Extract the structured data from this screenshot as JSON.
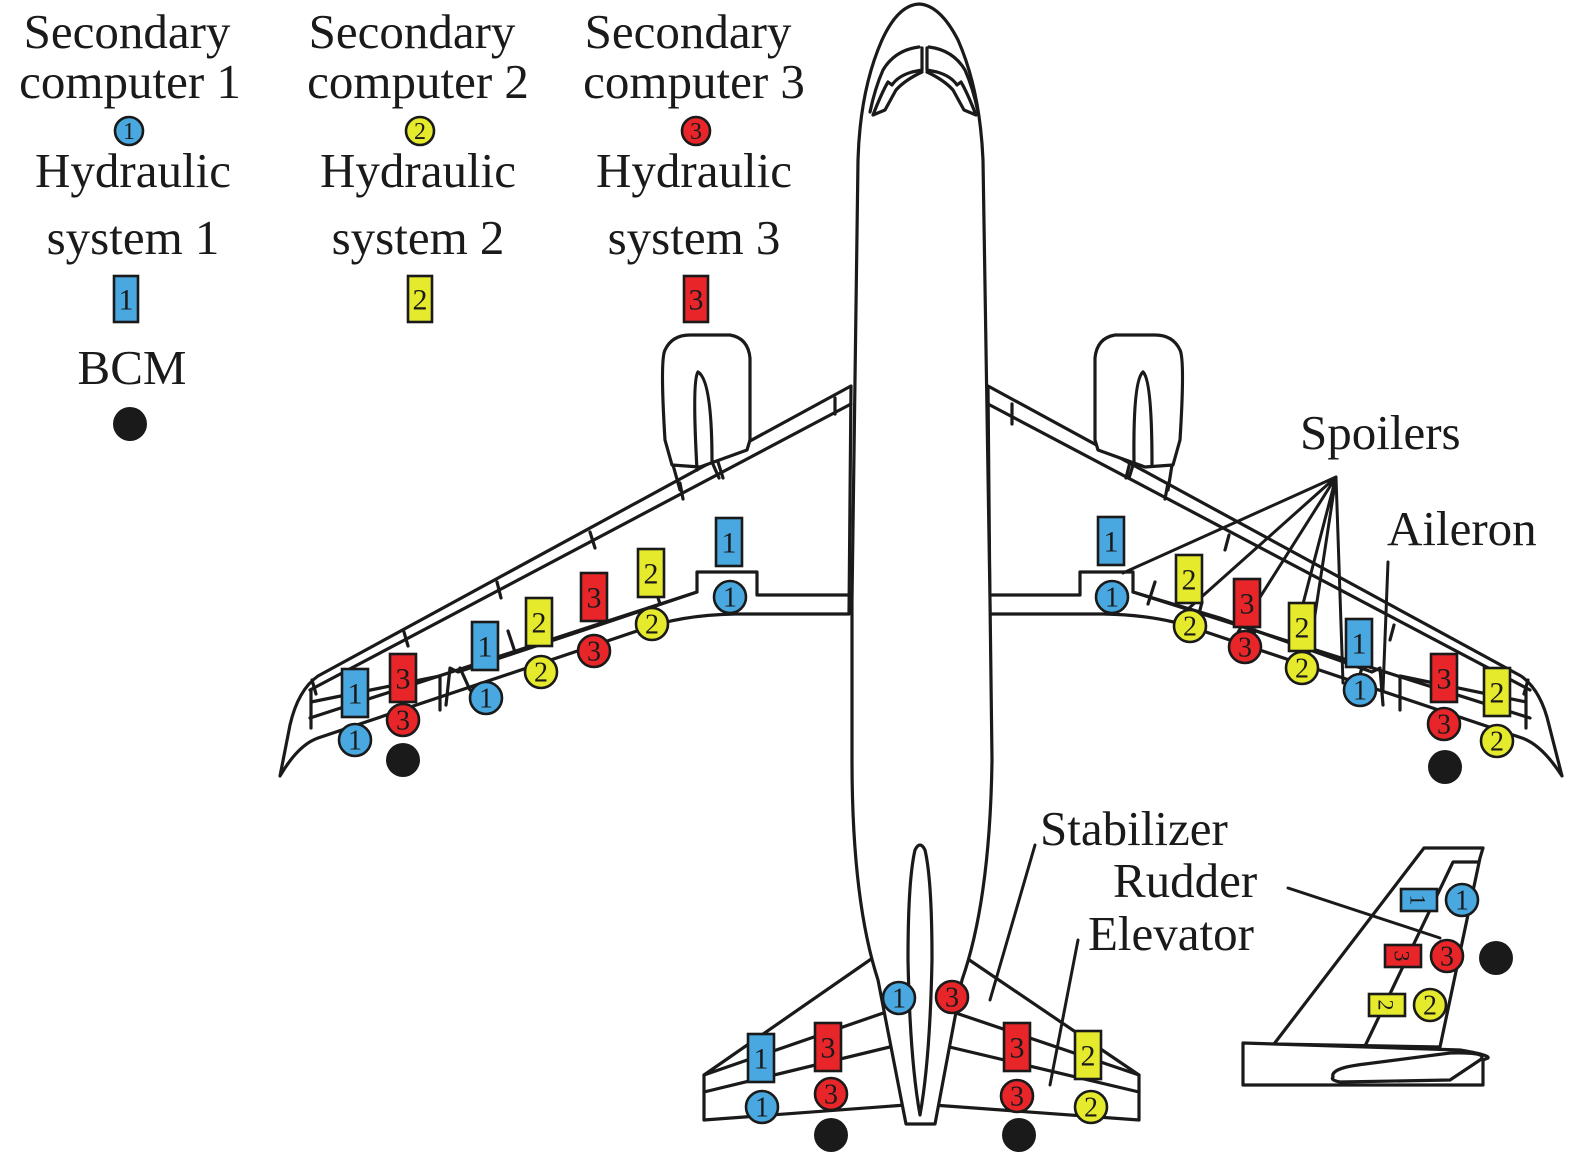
{
  "colors": {
    "system_1": "#4aa8e0",
    "system_2": "#e6ea2c",
    "system_3": "#e8262a",
    "bcm": "#1a1a1a",
    "outline": "#1a1a1a"
  },
  "legend": {
    "secondary_computers": [
      {
        "label_line1": "Secondary",
        "label_line2": "computer 1",
        "number": "1",
        "system": "system_1"
      },
      {
        "label_line1": "Secondary",
        "label_line2": "computer 2",
        "number": "2",
        "system": "system_2"
      },
      {
        "label_line1": "Secondary",
        "label_line2": "computer 3",
        "number": "3",
        "system": "system_3"
      }
    ],
    "hydraulic_systems": [
      {
        "label_line1": "Hydraulic",
        "label_line2": "system 1",
        "number": "1",
        "system": "system_1"
      },
      {
        "label_line1": "Hydraulic",
        "label_line2": "system 2",
        "number": "2",
        "system": "system_2"
      },
      {
        "label_line1": "Hydraulic",
        "label_line2": "system 3",
        "number": "3",
        "system": "system_3"
      }
    ],
    "bcm": {
      "label": "BCM"
    }
  },
  "callouts": {
    "spoilers": "Spoilers",
    "aileron": "Aileron",
    "stabilizer": "Stabilizer",
    "rudder": "Rudder",
    "elevator": "Elevator"
  },
  "surfaces": {
    "left_wing": [
      {
        "surface": "aileron",
        "hydraulic": [
          1,
          3
        ],
        "computer": [
          1,
          3
        ],
        "bcm": true
      },
      {
        "surface": "spoiler",
        "hydraulic": [
          1
        ],
        "computer": [
          1
        ]
      },
      {
        "surface": "spoiler",
        "hydraulic": [
          2
        ],
        "computer": [
          2
        ]
      },
      {
        "surface": "spoiler",
        "hydraulic": [
          3
        ],
        "computer": [
          3
        ]
      },
      {
        "surface": "spoiler",
        "hydraulic": [
          2
        ],
        "computer": [
          2
        ]
      },
      {
        "surface": "spoiler",
        "hydraulic": [
          1
        ],
        "computer": [
          1
        ]
      }
    ],
    "right_wing": [
      {
        "surface": "spoiler",
        "hydraulic": [
          1
        ],
        "computer": [
          1
        ]
      },
      {
        "surface": "spoiler",
        "hydraulic": [
          2
        ],
        "computer": [
          2
        ]
      },
      {
        "surface": "spoiler",
        "hydraulic": [
          3
        ],
        "computer": [
          3
        ]
      },
      {
        "surface": "spoiler",
        "hydraulic": [
          2
        ],
        "computer": [
          2
        ]
      },
      {
        "surface": "spoiler",
        "hydraulic": [
          1
        ],
        "computer": [
          1
        ]
      },
      {
        "surface": "aileron",
        "hydraulic": [
          3,
          2
        ],
        "computer": [
          3,
          2
        ],
        "bcm": true
      }
    ],
    "stabilizer": {
      "computer": [
        1,
        3
      ]
    },
    "left_elevator": {
      "hydraulic": [
        1,
        3
      ],
      "computer": [
        1,
        3
      ],
      "bcm": true
    },
    "right_elevator": {
      "hydraulic": [
        3,
        2
      ],
      "computer": [
        3,
        2
      ],
      "bcm": true
    },
    "rudder": {
      "hydraulic": [
        1,
        3,
        2
      ],
      "computer": [
        1,
        3,
        2
      ],
      "bcm": true
    }
  },
  "markers": [
    {
      "id": "legend-computer-1",
      "kind": "circle",
      "n": "1"
    },
    {
      "id": "legend-computer-2",
      "kind": "circle",
      "n": "2"
    },
    {
      "id": "legend-computer-3",
      "kind": "circle",
      "n": "3"
    },
    {
      "id": "legend-hydraulic-1",
      "kind": "rect",
      "n": "1"
    },
    {
      "id": "legend-hydraulic-2",
      "kind": "rect",
      "n": "2"
    },
    {
      "id": "legend-hydraulic-3",
      "kind": "rect",
      "n": "3"
    },
    {
      "id": "legend-bcm",
      "kind": "dot"
    },
    {
      "id": "lw-aileron-hyd-1",
      "kind": "rect",
      "n": "1"
    },
    {
      "id": "lw-aileron-hyd-3",
      "kind": "rect",
      "n": "3"
    },
    {
      "id": "lw-aileron-comp-3",
      "kind": "circle",
      "n": "3"
    },
    {
      "id": "lw-aileron-comp-1",
      "kind": "circle",
      "n": "1"
    },
    {
      "id": "lw-aileron-bcm",
      "kind": "dot"
    },
    {
      "id": "lw-spoiler5-hyd-1",
      "kind": "rect",
      "n": "1"
    },
    {
      "id": "lw-spoiler5-comp-1",
      "kind": "circle",
      "n": "1"
    },
    {
      "id": "lw-spoiler4-hyd-2",
      "kind": "rect",
      "n": "2"
    },
    {
      "id": "lw-spoiler4-comp-2",
      "kind": "circle",
      "n": "2"
    },
    {
      "id": "lw-spoiler3-hyd-3",
      "kind": "rect",
      "n": "3"
    },
    {
      "id": "lw-spoiler3-comp-3",
      "kind": "circle",
      "n": "3"
    },
    {
      "id": "lw-spoiler2-hyd-2",
      "kind": "rect",
      "n": "2"
    },
    {
      "id": "lw-spoiler2-comp-2",
      "kind": "circle",
      "n": "2"
    },
    {
      "id": "lw-spoiler1-hyd-1",
      "kind": "rect",
      "n": "1"
    },
    {
      "id": "lw-spoiler1-comp-1",
      "kind": "circle",
      "n": "1"
    },
    {
      "id": "rw-spoiler1-hyd-1",
      "kind": "rect",
      "n": "1"
    },
    {
      "id": "rw-spoiler1-comp-1",
      "kind": "circle",
      "n": "1"
    },
    {
      "id": "rw-spoiler2-hyd-2",
      "kind": "rect",
      "n": "2"
    },
    {
      "id": "rw-spoiler2-comp-2",
      "kind": "circle",
      "n": "2"
    },
    {
      "id": "rw-spoiler3-hyd-3",
      "kind": "rect",
      "n": "3"
    },
    {
      "id": "rw-spoiler3-comp-3",
      "kind": "circle",
      "n": "3"
    },
    {
      "id": "rw-spoiler4-hyd-2",
      "kind": "rect",
      "n": "2"
    },
    {
      "id": "rw-spoiler4-comp-2",
      "kind": "circle",
      "n": "2"
    },
    {
      "id": "rw-spoiler5-hyd-1",
      "kind": "rect",
      "n": "1"
    },
    {
      "id": "rw-spoiler5-comp-1",
      "kind": "circle",
      "n": "1"
    },
    {
      "id": "rw-aileron-hyd-3",
      "kind": "rect",
      "n": "3"
    },
    {
      "id": "rw-aileron-hyd-2",
      "kind": "rect",
      "n": "2"
    },
    {
      "id": "rw-aileron-comp-3",
      "kind": "circle",
      "n": "3"
    },
    {
      "id": "rw-aileron-comp-2",
      "kind": "circle",
      "n": "2"
    },
    {
      "id": "rw-aileron-bcm",
      "kind": "dot"
    },
    {
      "id": "stab-comp-1",
      "kind": "circle",
      "n": "1"
    },
    {
      "id": "stab-comp-3",
      "kind": "circle",
      "n": "3"
    },
    {
      "id": "le-hyd-1",
      "kind": "rect",
      "n": "1"
    },
    {
      "id": "le-hyd-3",
      "kind": "rect",
      "n": "3"
    },
    {
      "id": "le-comp-3",
      "kind": "circle",
      "n": "3"
    },
    {
      "id": "le-comp-1",
      "kind": "circle",
      "n": "1"
    },
    {
      "id": "le-bcm",
      "kind": "dot"
    },
    {
      "id": "re-hyd-3",
      "kind": "rect",
      "n": "3"
    },
    {
      "id": "re-hyd-2",
      "kind": "rect",
      "n": "2"
    },
    {
      "id": "re-comp-3",
      "kind": "circle",
      "n": "3"
    },
    {
      "id": "re-comp-2",
      "kind": "circle",
      "n": "2"
    },
    {
      "id": "re-bcm",
      "kind": "dot"
    },
    {
      "id": "rudder-hyd-1",
      "kind": "rect-h",
      "n": "1"
    },
    {
      "id": "rudder-comp-1",
      "kind": "circle",
      "n": "1"
    },
    {
      "id": "rudder-hyd-3",
      "kind": "rect-h",
      "n": "3"
    },
    {
      "id": "rudder-comp-3",
      "kind": "circle",
      "n": "3"
    },
    {
      "id": "rudder-bcm",
      "kind": "dot"
    },
    {
      "id": "rudder-hyd-2",
      "kind": "rect-h",
      "n": "2"
    },
    {
      "id": "rudder-comp-2",
      "kind": "circle",
      "n": "2"
    }
  ]
}
